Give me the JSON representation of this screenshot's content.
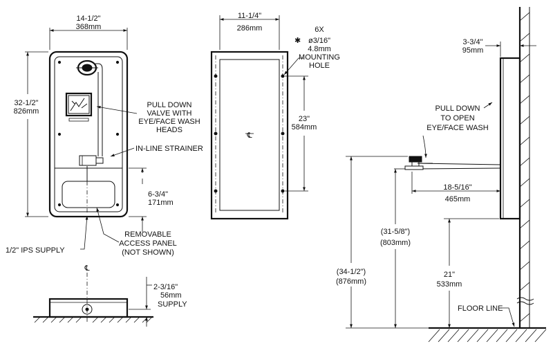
{
  "front_view": {
    "width_in": "14-1/2\"",
    "width_mm": "368mm",
    "height_in": "32-1/2\"",
    "height_mm": "826mm",
    "valve_note": [
      "PULL DOWN",
      "VALVE WITH",
      "EYE/FACE WASH",
      "HEADS"
    ],
    "strainer_note": "IN-LINE STRAINER",
    "access_depth_in": "6-3/4\"",
    "access_depth_mm": "171mm",
    "panel_note": [
      "REMOVABLE",
      "ACCESS PANEL",
      "(NOT SHOWN)"
    ],
    "supply_note": "1/2\" IPS SUPPLY"
  },
  "back_view": {
    "width_in": "11-1/4\"",
    "width_mm": "286mm",
    "hole_note": [
      "6X",
      "ø3/16\"",
      "4.8mm",
      "MOUNTING",
      "HOLE"
    ],
    "hole_symbol": "✱",
    "hole_spacing_in": "23\"",
    "hole_spacing_mm": "584mm",
    "centerline": "℄"
  },
  "bottom_view": {
    "centerline": "℄",
    "supply_in": "2-3/16\"",
    "supply_mm": "56mm",
    "supply_label": "SUPPLY"
  },
  "side_view": {
    "depth_in": "3-3/4\"",
    "depth_mm": "95mm",
    "pull_note": [
      "PULL DOWN",
      "TO OPEN",
      "EYE/FACE WASH"
    ],
    "reach_in": "18-5/16\"",
    "reach_mm": "465mm",
    "outlet_height_in": "(34-1/2\")",
    "outlet_height_mm": "(876mm)",
    "handle_height_in": "(31-5/8\")",
    "handle_height_mm": "(803mm)",
    "bottom_height_in": "21\"",
    "bottom_height_mm": "533mm",
    "floor_label": "FLOOR LINE"
  }
}
